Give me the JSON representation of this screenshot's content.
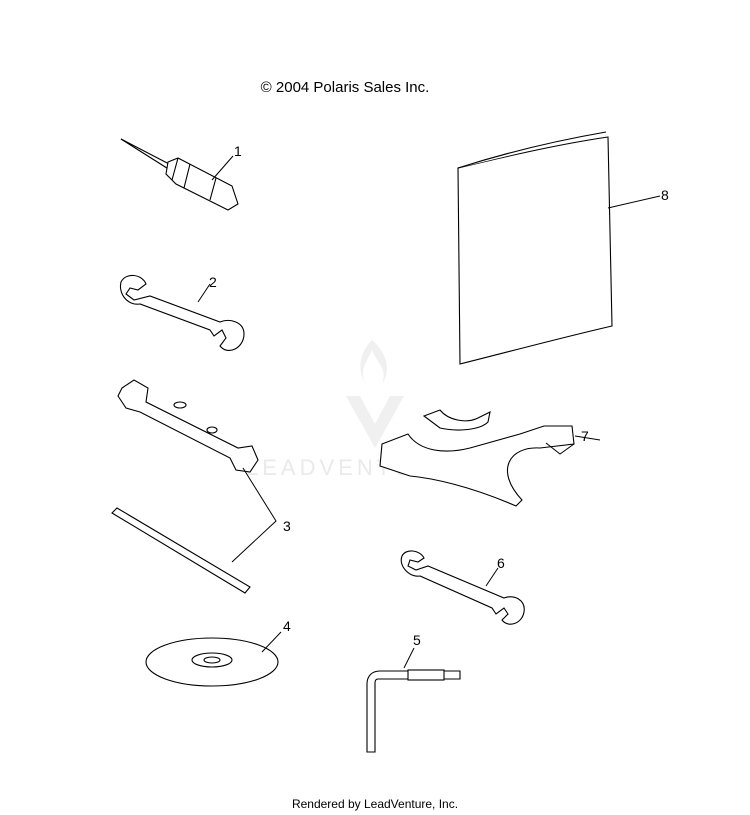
{
  "header": {
    "copyright": "© 2004 Polaris Sales Inc."
  },
  "footer": {
    "rendered_by": "Rendered by LeadVenture, Inc."
  },
  "watermark": {
    "text": "LEADVENTURE"
  },
  "callouts": {
    "c1": "1",
    "c2": "2",
    "c3": "3",
    "c4": "4",
    "c5": "5",
    "c6": "6",
    "c7": "7",
    "c8": "8"
  }
}
